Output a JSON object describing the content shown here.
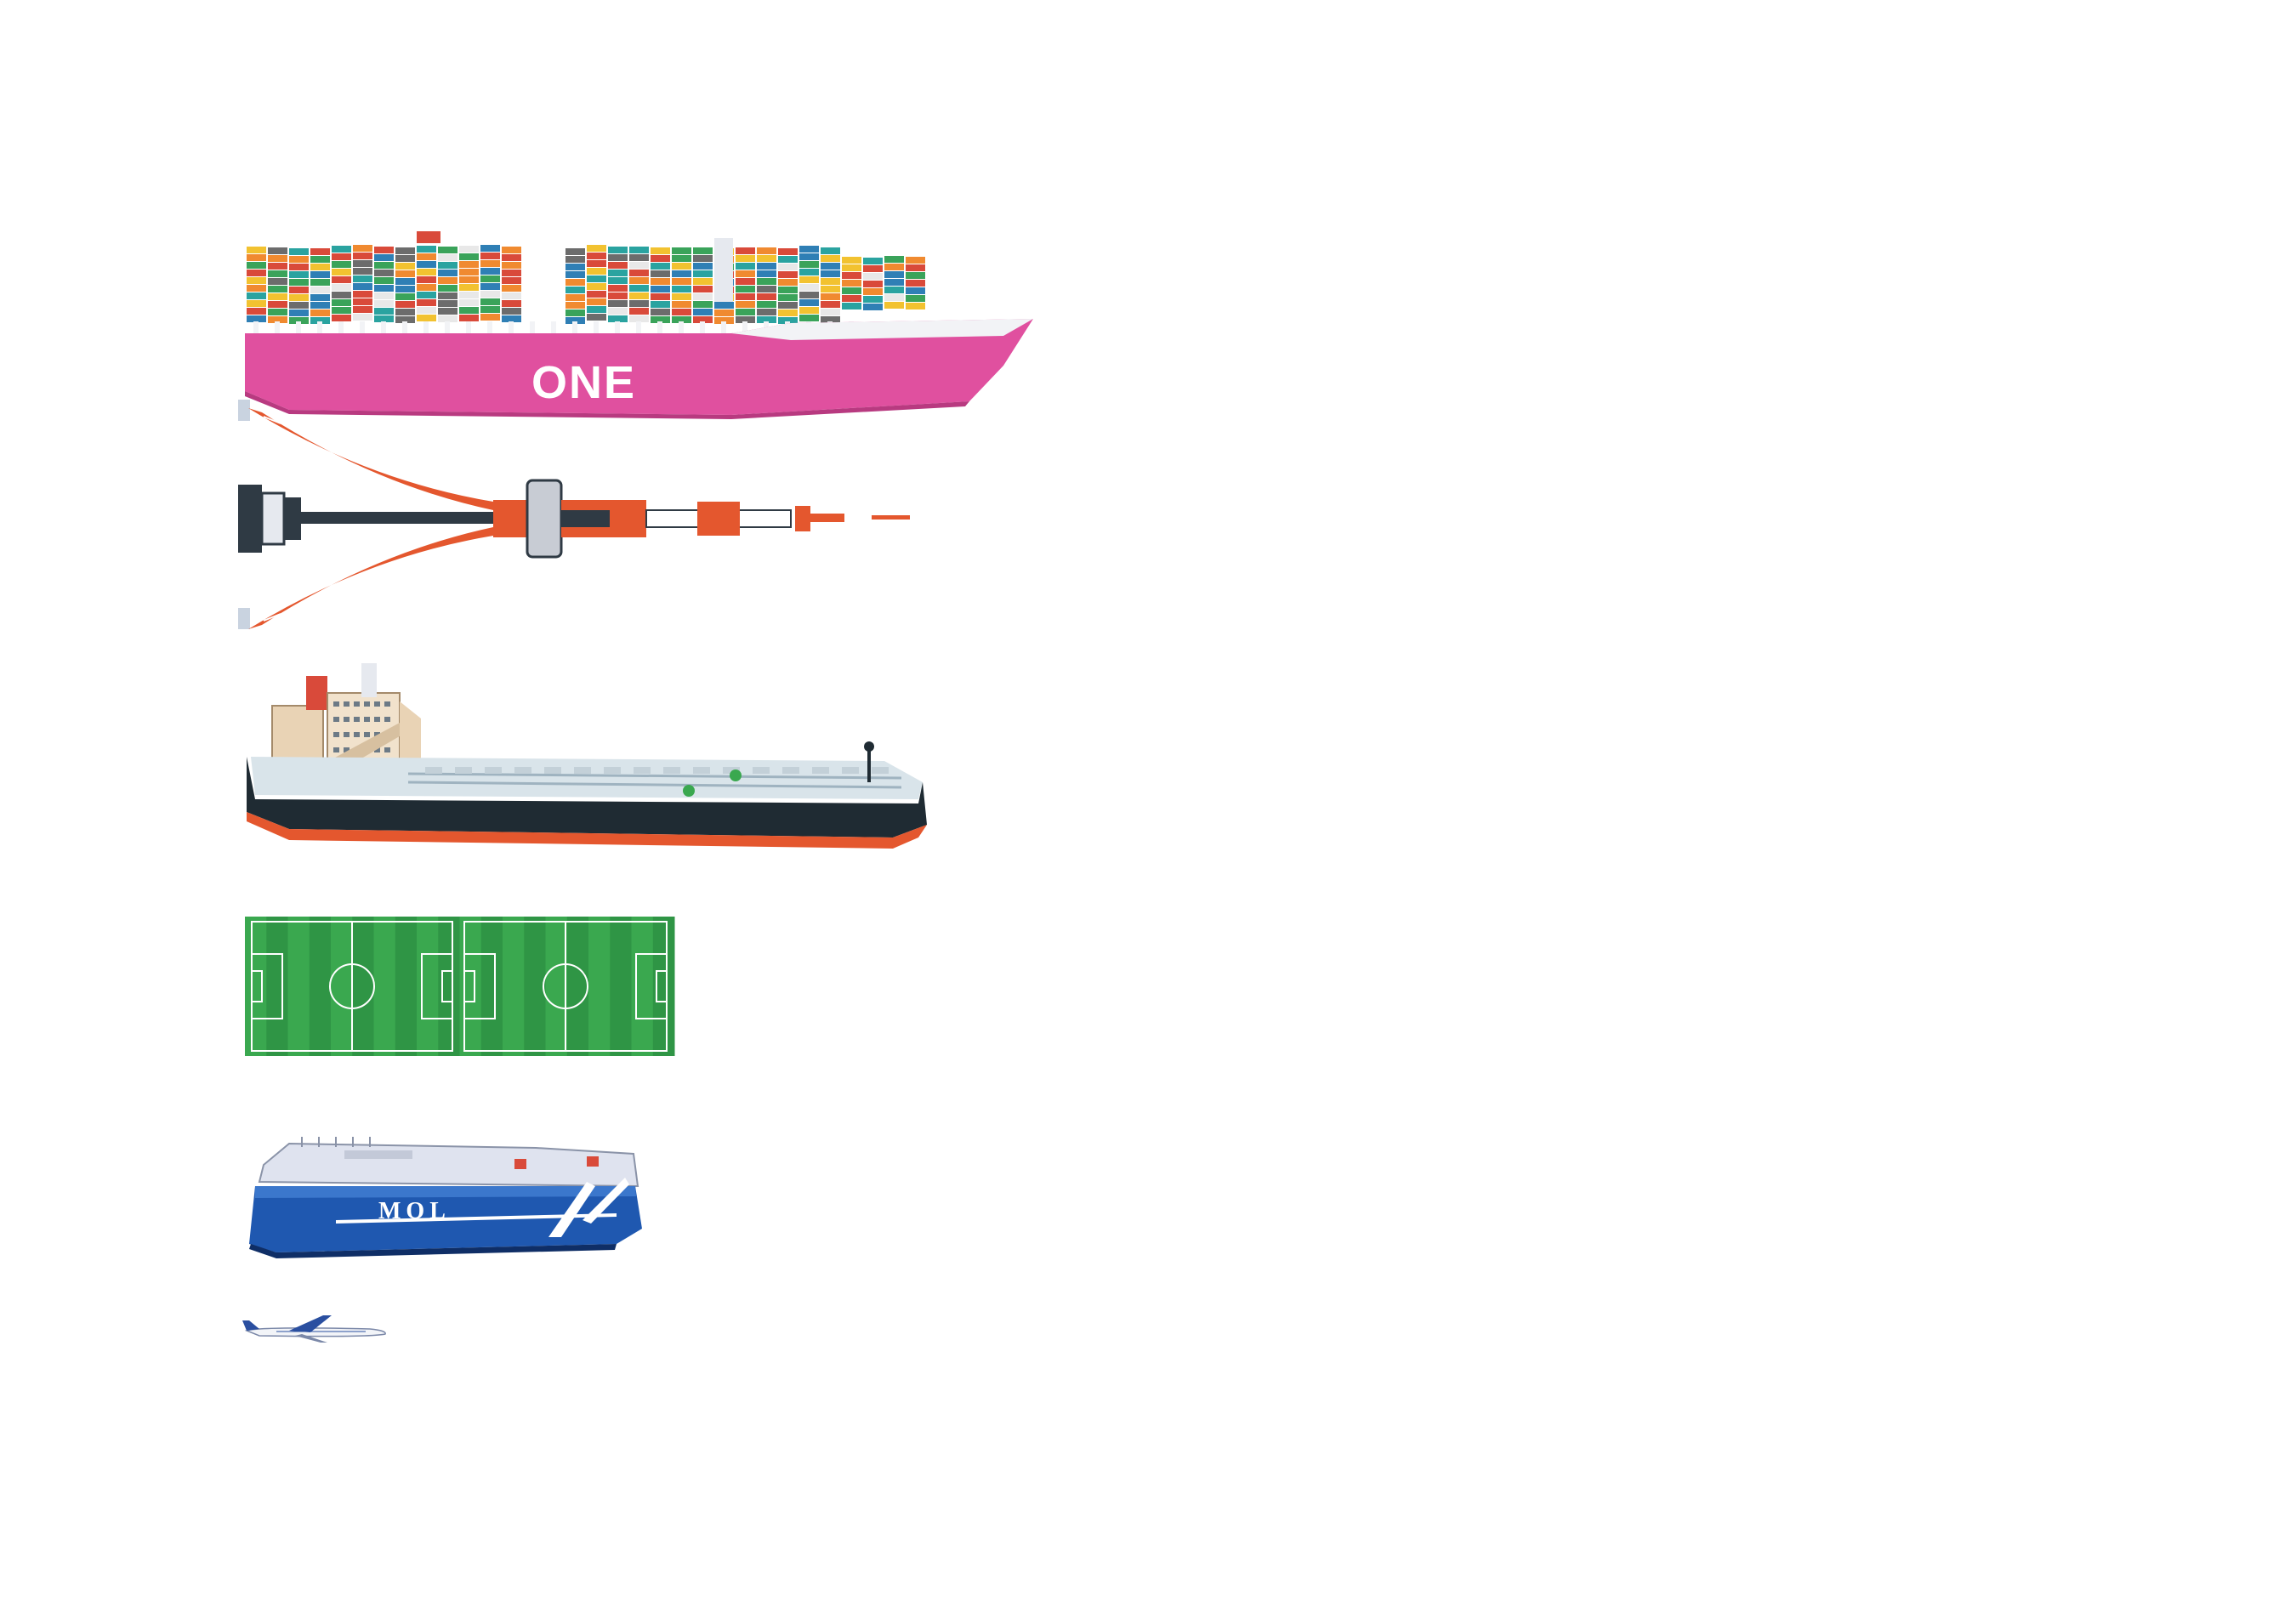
{
  "items": {
    "container_ship": {
      "hull_label": "ONE",
      "hull_color": "#e0509f",
      "container_colors": [
        "#f08a30",
        "#3aa35a",
        "#2f7fb5",
        "#d94a3a",
        "#f2c230",
        "#6c6c6c",
        "#e8e8e8",
        "#2aa3a0"
      ]
    },
    "tokyo_tower": {
      "tower_color": "#e4572e",
      "base_color": "#2f3a44"
    },
    "tanker": {
      "hull_color": "#1f2b33",
      "bottom_color": "#e4572e",
      "deck_color": "#d9e4ea",
      "superstructure_color": "#e9d3b5"
    },
    "soccer_fields": {
      "count": 2,
      "grass_light": "#3aa84f",
      "grass_dark": "#2f9545"
    },
    "car_carrier": {
      "hull_label": "MOL",
      "hull_color": "#1f58b0",
      "upper_color": "#dfe3ef"
    },
    "airplane": {
      "body_color": "#f2f4f8",
      "accent_color": "#2a4fa0"
    }
  }
}
